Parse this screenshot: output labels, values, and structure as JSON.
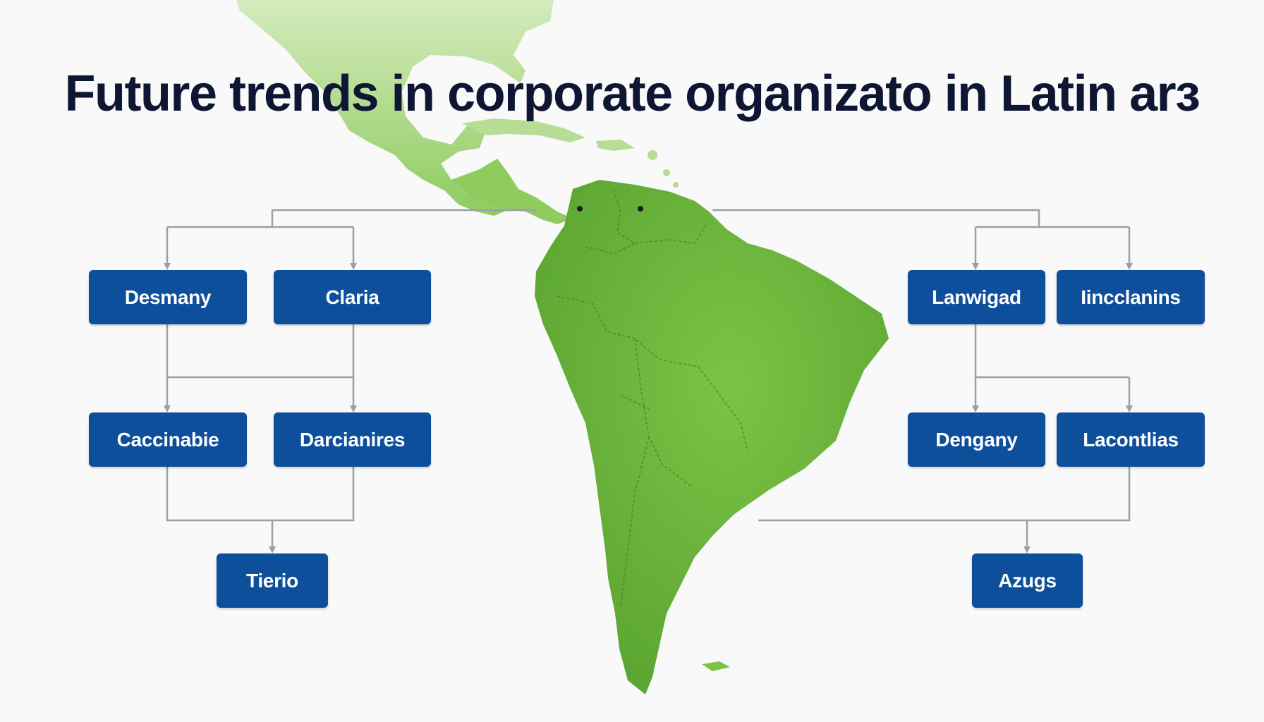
{
  "title": "Future trends in corporate organizato in Latin arз",
  "colors": {
    "title": "#0f1633",
    "node_fill": "#0e4f9c",
    "node_text": "#ffffff",
    "connector": "#9aa0a6",
    "map_green": "#6bb33d",
    "background": "#f8f9f8"
  },
  "left_tree": {
    "row1": [
      "Desmany",
      "Claria"
    ],
    "row2": [
      "Caccinabie",
      "Darcianires"
    ],
    "row3": [
      "Tierio"
    ]
  },
  "right_tree": {
    "row1": [
      "Lanwigad",
      "Iincclanins"
    ],
    "row2": [
      "Dengany",
      "Lacontlias"
    ],
    "row3": [
      "Azugs"
    ]
  }
}
